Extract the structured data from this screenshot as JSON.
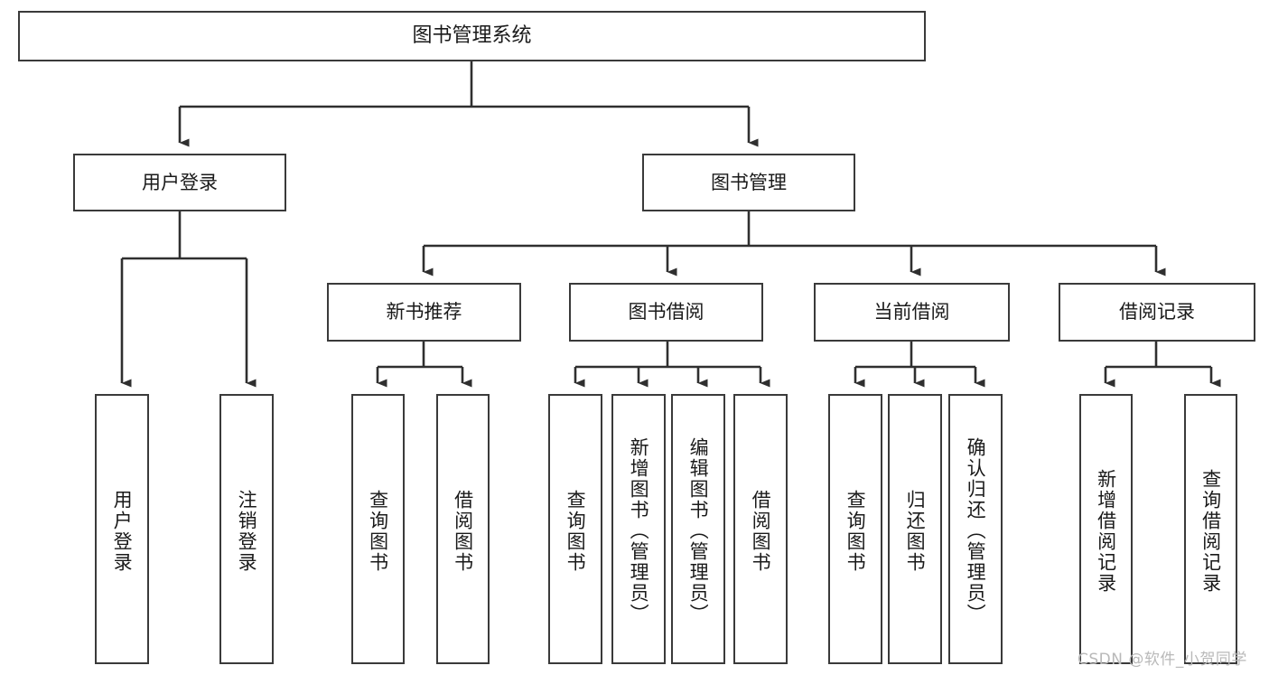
{
  "diagram": {
    "type": "hierarchy-tree",
    "title": "图书管理系统",
    "root": {
      "label": "图书管理系统",
      "children": [
        {
          "label": "用户登录",
          "children": [
            {
              "label": "用户登录"
            },
            {
              "label": "注销登录"
            }
          ]
        },
        {
          "label": "图书管理",
          "children": [
            {
              "label": "新书推荐",
              "children": [
                {
                  "label": "查询图书"
                },
                {
                  "label": "借阅图书"
                }
              ]
            },
            {
              "label": "图书借阅",
              "children": [
                {
                  "label": "查询图书"
                },
                {
                  "label": "新增图书（管理员）"
                },
                {
                  "label": "编辑图书（管理员）"
                },
                {
                  "label": "借阅图书"
                }
              ]
            },
            {
              "label": "当前借阅",
              "children": [
                {
                  "label": "查询图书"
                },
                {
                  "label": "归还图书"
                },
                {
                  "label": "确认归还（管理员）"
                }
              ]
            },
            {
              "label": "借阅记录",
              "children": [
                {
                  "label": "新增借阅记录"
                },
                {
                  "label": "查询借阅记录"
                }
              ]
            }
          ]
        }
      ]
    },
    "nodes": {
      "root_title": "图书管理系统",
      "user_login": "用户登录",
      "book_manage": "图书管理",
      "user_login_leaf_1": "用户登录",
      "user_login_leaf_2": "注销登录",
      "new_book_rec": "新书推荐",
      "new_book_rec_leaf_1": "查询图书",
      "new_book_rec_leaf_2": "借阅图书",
      "book_borrow": "图书借阅",
      "book_borrow_leaf_1": "查询图书",
      "book_borrow_leaf_2": "新增图书（管理员）",
      "book_borrow_leaf_3": "编辑图书（管理员）",
      "book_borrow_leaf_4": "借阅图书",
      "current_borrow": "当前借阅",
      "current_borrow_leaf_1": "查询图书",
      "current_borrow_leaf_2": "归还图书",
      "current_borrow_leaf_3": "确认归还（管理员）",
      "borrow_record": "借阅记录",
      "borrow_record_leaf_1": "新增借阅记录",
      "borrow_record_leaf_2": "查询借阅记录"
    },
    "colors": {
      "background": "#ffffff",
      "box_border": "#3a3a3a",
      "box_fill": "#ffffff",
      "connector": "#2f2f2f",
      "text": "#1a1a1a",
      "watermark": "#b9b9b9"
    }
  },
  "watermark": {
    "text": "CSDN @软件_小贺同学"
  }
}
